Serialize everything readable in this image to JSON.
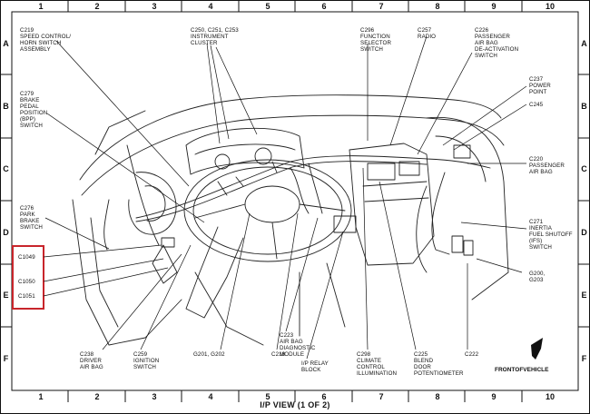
{
  "grid": {
    "columns": [
      "1",
      "2",
      "3",
      "4",
      "5",
      "6",
      "7",
      "8",
      "9",
      "10"
    ],
    "rows": [
      "A",
      "B",
      "C",
      "D",
      "E",
      "F"
    ]
  },
  "callouts": {
    "c219": "C219\nSPEED CONTROL/\nHORN SWITCH\nASSEMBLY",
    "c250": "C250, C251, C253\nINSTRUMENT\nCLUSTER",
    "c296": "C296\nFUNCTION\nSELECTOR\nSWITCH",
    "c257": "C257\nRADIO",
    "c226": "C226\nPASSENGER\nAIR BAG\nDE-ACTIVATION\nSWITCH",
    "c279": "C279\nBRAKE\nPEDAL\nPOSITION\n(BPP)\nSWITCH",
    "c237": "C237\nPOWER\nPOINT",
    "c245": "C245",
    "c220": "C220\nPASSENGER\nAIR BAG",
    "c276": "C276\nPARK\nBRAKE\nSWITCH",
    "c271": "C271\nINERTIA\nFUEL SHUTOFF\n(IFS)\nSWITCH",
    "c1049": "C1049",
    "c1050": "C1050",
    "c1051": "C1051",
    "g200": "G200,\nG203",
    "c238": "C238\nDRIVER\nAIR BAG",
    "c259": "C259\nIGNITION\nSWITCH",
    "g201": "G201, G202",
    "c218": "C218",
    "c223": "C223\nAIR BAG\nDIAGNOSTIC\nMODULE",
    "iprelay": "I/P RELAY\nBLOCK",
    "c298": "C298\nCLIMATE\nCONTROL\nILLUMINATION",
    "c225": "C225\nBLEND\nDOOR\nPOTENTIOMETER",
    "c222": "C222"
  },
  "front_of_vehicle": "FRONTOFVEHICLE",
  "footer": "I/P VIEW (1 OF 2)",
  "colors": {
    "highlight": "#c8252b",
    "ink": "#111111"
  }
}
